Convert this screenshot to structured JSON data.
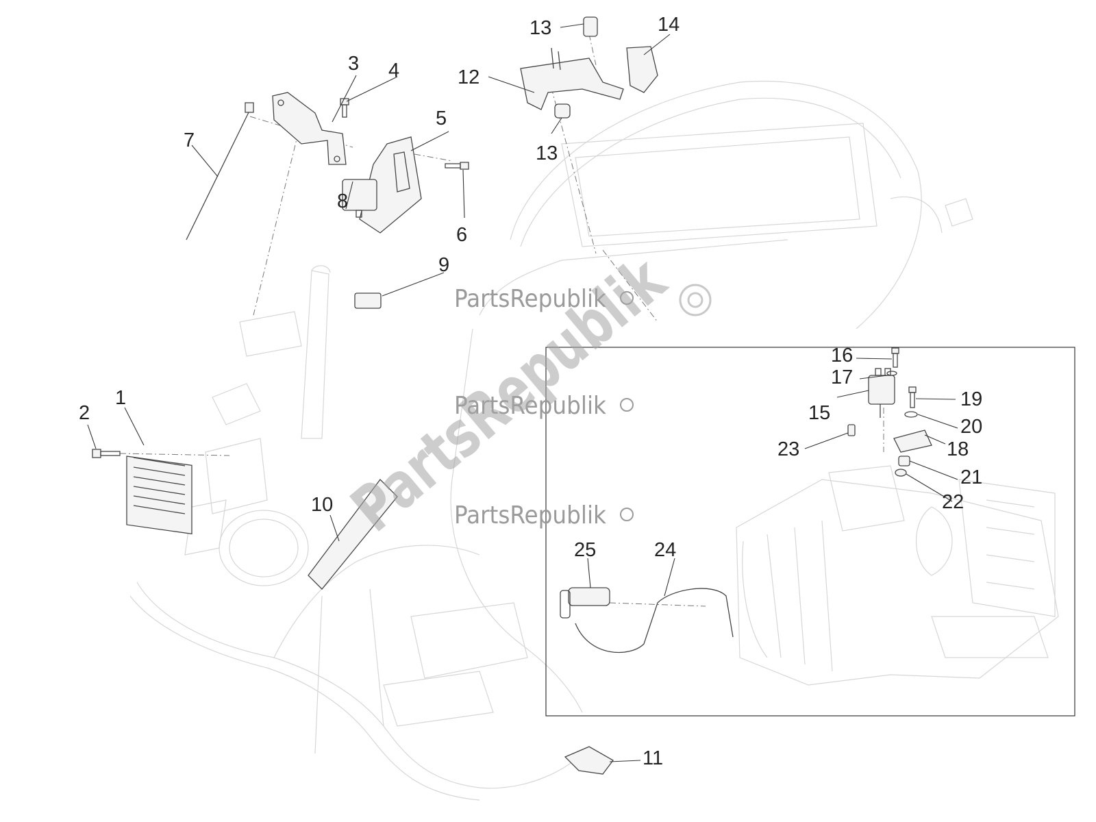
{
  "callouts": [
    {
      "n": "1"
    },
    {
      "n": "2"
    },
    {
      "n": "3"
    },
    {
      "n": "4"
    },
    {
      "n": "5"
    },
    {
      "n": "6"
    },
    {
      "n": "7"
    },
    {
      "n": "8"
    },
    {
      "n": "9"
    },
    {
      "n": "10"
    },
    {
      "n": "11"
    },
    {
      "n": "12"
    },
    {
      "n": "13"
    },
    {
      "n": "13"
    },
    {
      "n": "14"
    },
    {
      "n": "15"
    },
    {
      "n": "16"
    },
    {
      "n": "17"
    },
    {
      "n": "18"
    },
    {
      "n": "19"
    },
    {
      "n": "20"
    },
    {
      "n": "21"
    },
    {
      "n": "22"
    },
    {
      "n": "23"
    },
    {
      "n": "24"
    },
    {
      "n": "25"
    }
  ],
  "watermarks": [
    "PartsRepublik",
    "PartsRepublik",
    "PartsRepublik"
  ],
  "watermark_diagonal": "PartsRepublik",
  "colors": {
    "linework": "#444444",
    "frame": "#d6d6d6",
    "watermark": "#9a9a9a",
    "background": "#ffffff"
  }
}
